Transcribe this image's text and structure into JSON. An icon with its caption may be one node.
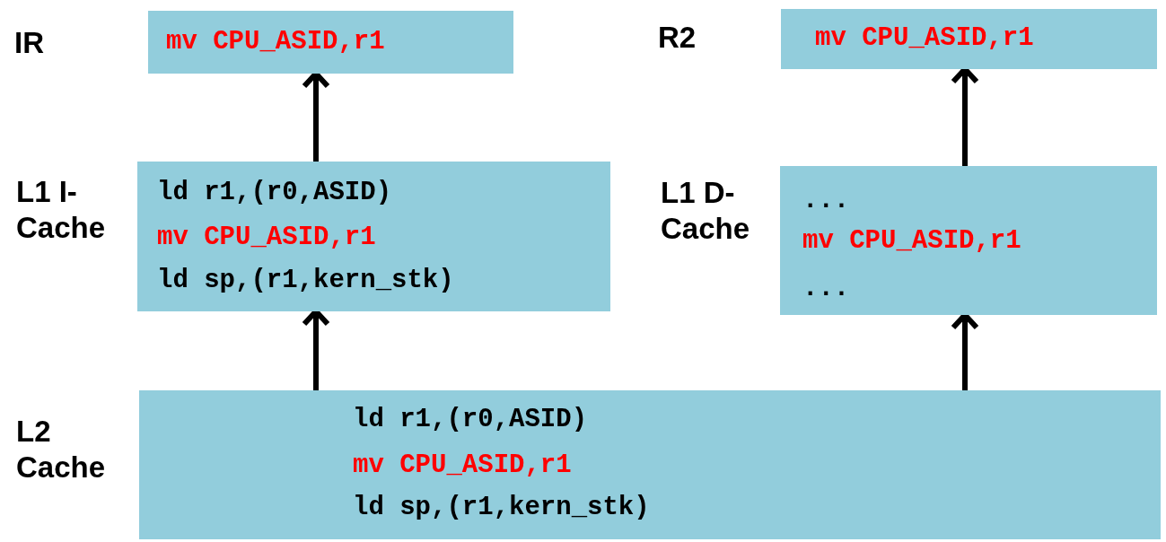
{
  "diagram": {
    "nodes": [
      {
        "text": [
          "IR",
          "mv CPU_ASID,r1"
        ]
      },
      {
        "text": [
          "R2",
          "mv CPU_ASID,r1"
        ]
      },
      {
        "text": [
          "L1 I- Cache",
          "ld r1,(r0,ASID)",
          "mv CPU_ASID,r1",
          "ld sp,(r1,kern_stk)"
        ]
      },
      {
        "text": [
          "L1 D- Cache",
          "...",
          "mv CPU_ASID,r1",
          "..."
        ]
      },
      {
        "text": [
          "L2 Cache",
          "ld r1,(r0,ASID)",
          "mv CPU_ASID,r1",
          "ld sp,(r1,kern_stk)"
        ]
      }
    ],
    "edges": [
      {
        "from": 2,
        "to": 0,
        "arrow": "to"
      },
      {
        "from": 4,
        "to": 2,
        "arrow": "to"
      },
      {
        "from": 3,
        "to": 1,
        "arrow": "to"
      },
      {
        "from": 4,
        "to": 3,
        "arrow": "to"
      }
    ]
  }
}
